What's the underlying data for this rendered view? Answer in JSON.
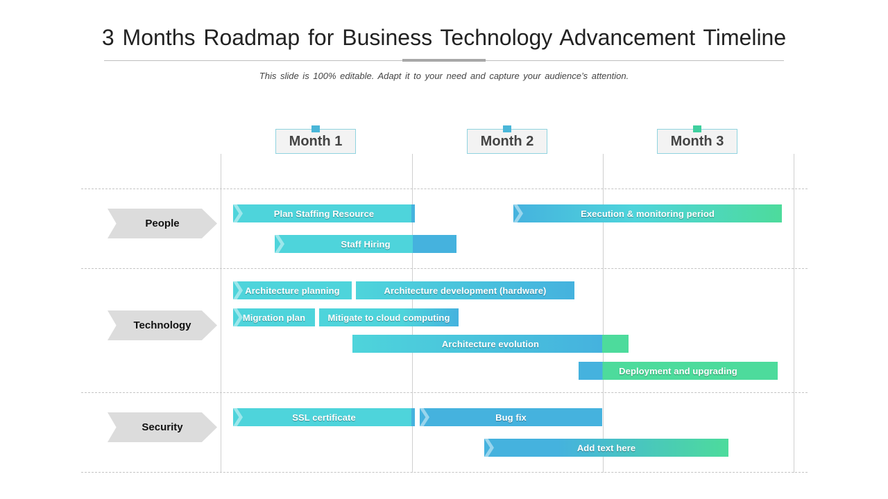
{
  "title": "3 Months Roadmap for Business Technology Advancement Timeline",
  "subtitle": "This slide is 100% editable. Adapt it to your need and capture your audience’s attention.",
  "months": [
    "Month 1",
    "Month 2",
    "Month 3"
  ],
  "categories": [
    "People",
    "Technology",
    "Security"
  ],
  "bars": {
    "plan_staffing": "Plan Staffing Resource",
    "execution": "Execution & monitoring period",
    "staff_hiring": "Staff Hiring",
    "arch_planning": "Architecture planning",
    "arch_development": "Architecture development (hardware)",
    "migration_plan": "Migration plan",
    "mitigate_cloud": "Mitigate to cloud computing",
    "arch_evolution": "Architecture evolution",
    "deployment": "Deployment and upgrading",
    "ssl_certificate": "SSL certificate",
    "bug_fix": "Bug fix",
    "add_text": "Add text here"
  },
  "colors": {
    "teal": "#4ed4db",
    "blue": "#45b2de",
    "green": "#4ddb9c",
    "category": "#dcdcdc"
  }
}
